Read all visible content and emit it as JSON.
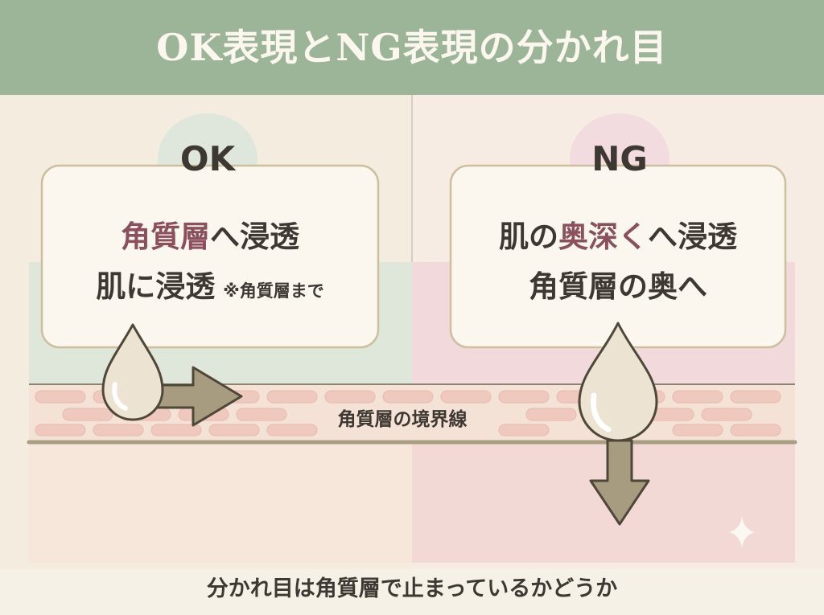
{
  "title": "OK表現とNG表現の分かれ目",
  "ok": {
    "badge": "OK",
    "line1": {
      "highlight": "角質層",
      "rest": "へ浸透"
    },
    "line2": {
      "text": "肌に浸透",
      "note": "※角質層まで"
    }
  },
  "ng": {
    "badge": "NG",
    "line1": {
      "pre": "肌の",
      "highlight": "奥深く",
      "rest": "へ浸透"
    },
    "line2": {
      "text": "角質層の奥へ"
    }
  },
  "boundary_label": "角質層の境界線",
  "footer": "分かれ目は角質層で止まっているかどうか",
  "colors": {
    "header": "#9cb497",
    "ok_badge": "#dfe7dc",
    "ng_badge": "#f3dce0",
    "highlight_text": "#8c4f5d",
    "arrow": "#a79c80",
    "boundary_line": "#a89e83"
  },
  "icons": [
    "water-drop-icon",
    "arrow-right-icon",
    "arrow-down-icon",
    "sparkle-icon"
  ]
}
